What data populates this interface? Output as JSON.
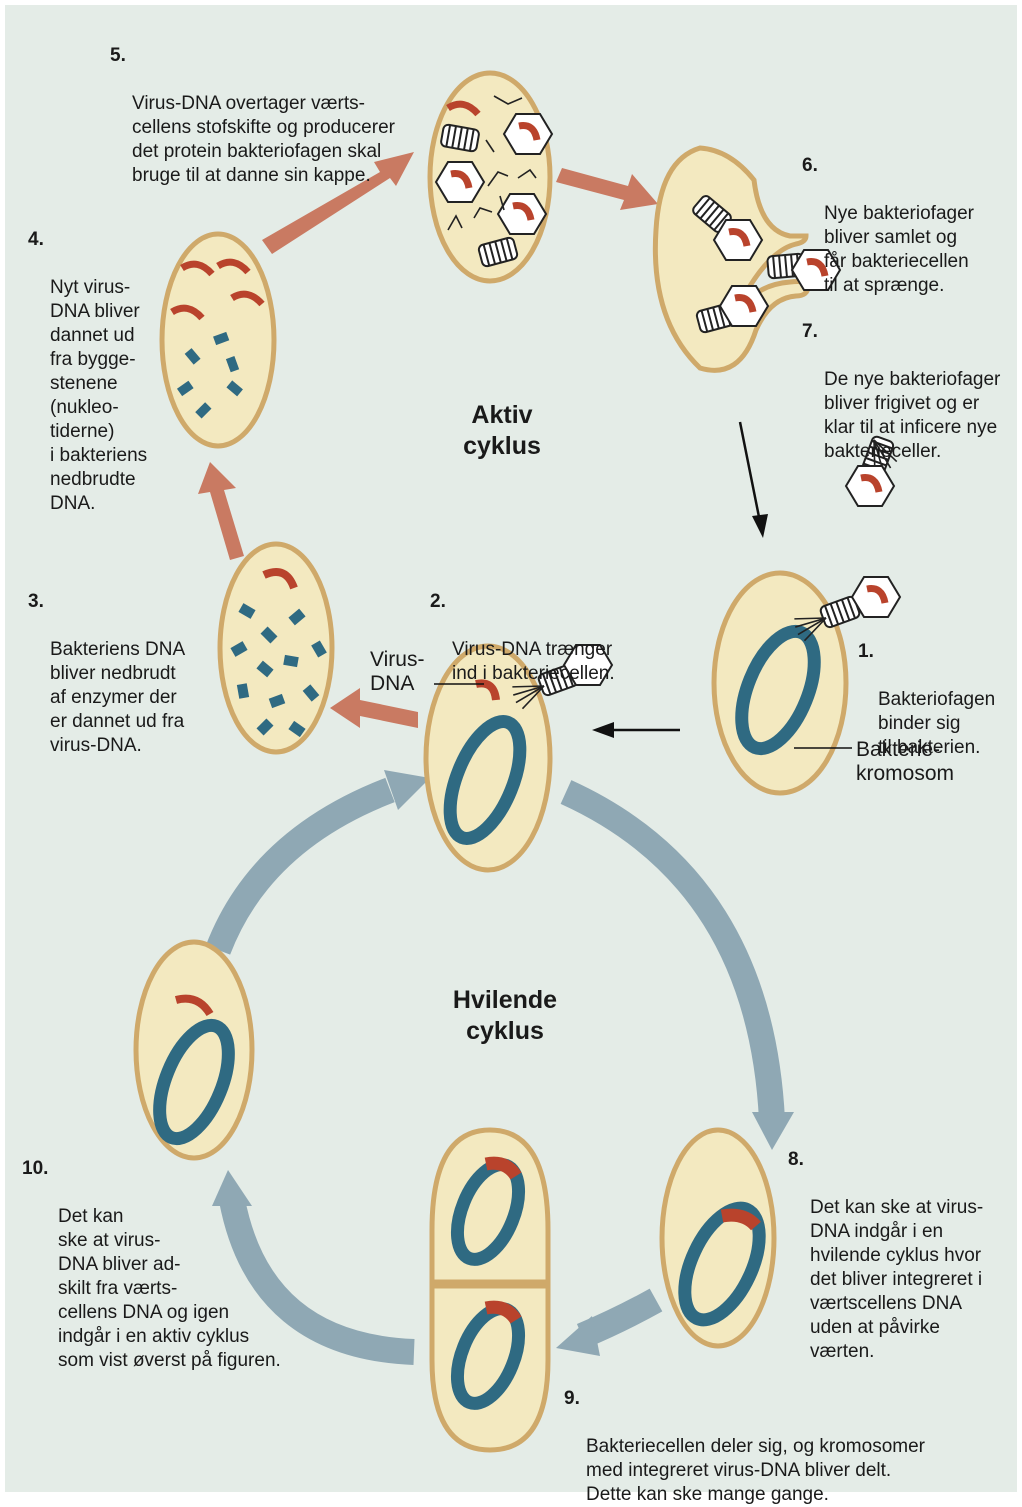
{
  "cycles": {
    "active": "Aktiv\ncyklus",
    "lysogenic": "Hvilende\ncyklus"
  },
  "steps": [
    {
      "num": "1.",
      "text": "Bakteriofagen\nbinder sig\ntil bakterien."
    },
    {
      "num": "2.",
      "text": "Virus-DNA trænger\nind i bakteriecellen."
    },
    {
      "num": "3.",
      "text": "Bakteriens DNA\nbliver nedbrudt\naf enzymer der\ner dannet ud fra\nvirus-DNA."
    },
    {
      "num": "4.",
      "text": "Nyt virus-\nDNA bliver\ndannet ud\nfra bygge-\nstenene\n(nukleo-\ntiderne)\ni bakteriens\nnedbrudte\nDNA."
    },
    {
      "num": "5.",
      "text": "Virus-DNA overtager værts-\ncellens stofskifte og producerer\ndet protein bakteriofagen skal\nbruge til at danne sin kappe."
    },
    {
      "num": "6.",
      "text": "Nye bakteriofager\nbliver samlet og\nfår bakteriecellen\ntil at sprænge."
    },
    {
      "num": "7.",
      "text": "De nye bakteriofager\nbliver frigivet og er\nklar til at inficere nye\nbakterieceller."
    },
    {
      "num": "8.",
      "text": "Det kan ske at virus-\nDNA indgår i en\nhvilende cyklus hvor\ndet bliver integreret i\nværtscellens DNA\nuden at påvirke\nværten."
    },
    {
      "num": "9.",
      "text": "Bakteriecellen deler sig, og kromosomer\nmed integreret virus-DNA bliver delt.\nDette kan ske mange gange."
    },
    {
      "num": "10.",
      "text": "Det kan\nske at virus-\nDNA bliver ad-\nskilt fra værts-\ncellens DNA og igen\nindgår i en aktiv cyklus\nsom vist øverst på figuren."
    }
  ],
  "labels": {
    "virus_dna": "Virus-\nDNA",
    "chromosome": "Bakterie-\nkromosom"
  },
  "colors": {
    "background": "#e4ece7",
    "cell_fill": "#f3e9c0",
    "cell_border": "#cfa96a",
    "virus_dna": "#b9432c",
    "bacterial_dna": "#2f6a82",
    "active_arrow": "#c97a62",
    "lysogenic_arrow": "#8fa8b4"
  }
}
